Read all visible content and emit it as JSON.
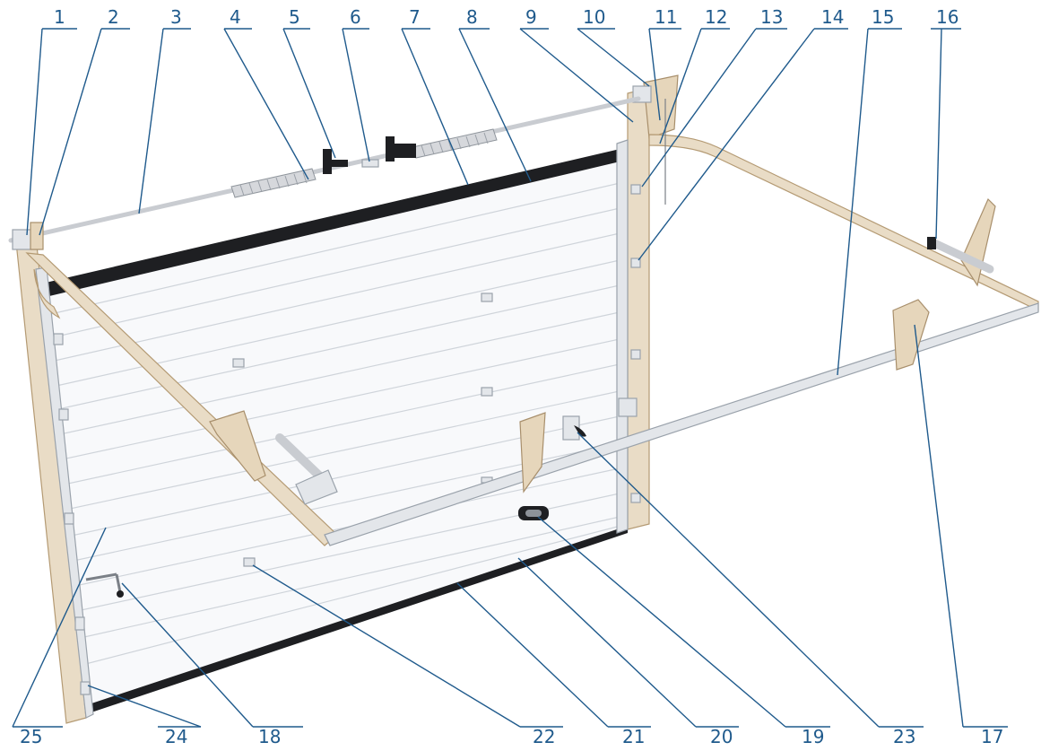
{
  "diagram": {
    "callouts": [
      "1",
      "2",
      "3",
      "4",
      "5",
      "6",
      "7",
      "8",
      "9",
      "10",
      "11",
      "12",
      "13",
      "14",
      "15",
      "16",
      "17",
      "18",
      "19",
      "20",
      "21",
      "22",
      "23",
      "24",
      "25"
    ],
    "colors": {
      "callout": "#1f5a8c",
      "rail": "#e9dcc6",
      "panel": "#f8f9fb",
      "seal": "#1e1f22"
    }
  }
}
